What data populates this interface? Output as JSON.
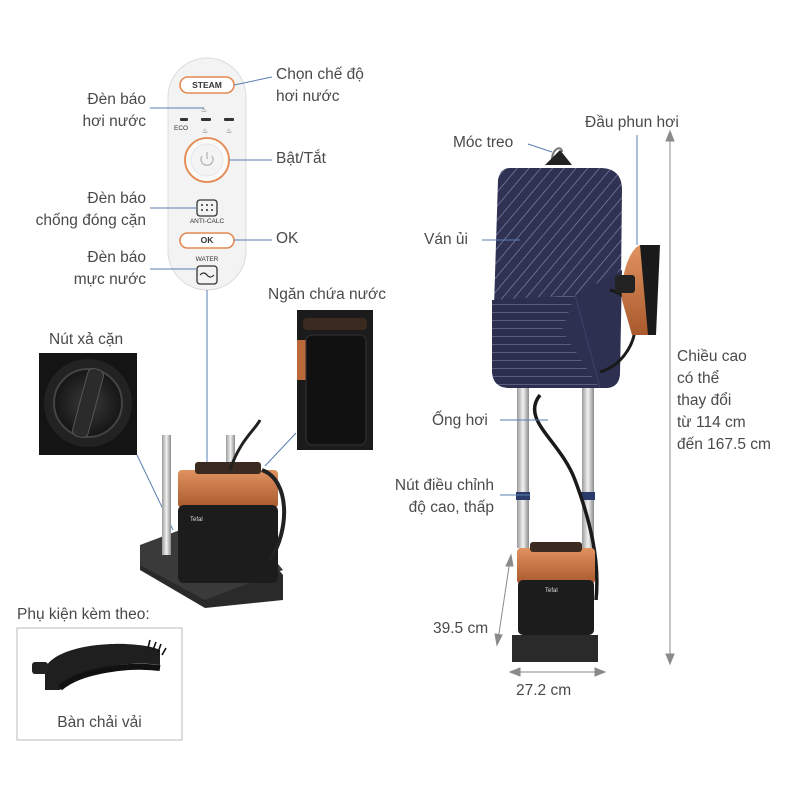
{
  "panel": {
    "steam_btn": "STEAM",
    "eco": "ECO",
    "anticalc": "ANTI-CALC",
    "ok_btn": "OK",
    "water": "WATER"
  },
  "labels": {
    "steam_select": [
      "Chọn chế độ",
      "hơi nước"
    ],
    "steam_indicator": [
      "Đèn báo",
      "hơi nước"
    ],
    "power": "Bật/Tắt",
    "anticalc_indicator": [
      "Đèn báo",
      "chống đóng cặn"
    ],
    "ok": "OK",
    "water_indicator": [
      "Đèn báo",
      "mực nước"
    ],
    "water_tank": "Ngăn chứa nước",
    "descale_knob": "Nút xả cặn",
    "accessories_title": "Phụ kiện kèm theo:",
    "brush": "Bàn chải vải",
    "hook": "Móc treo",
    "steam_head": "Đầu phun hơi",
    "board": "Ván ủi",
    "hose": "Ống hơi",
    "height_adjust": [
      "Nút điều chỉnh",
      "độ cao, thấp"
    ],
    "height_range": [
      "Chiều cao",
      "có thể",
      "thay đổi",
      "từ 114 cm",
      "đến 167.5 cm"
    ],
    "base_height": "39.5 cm",
    "base_width": "27.2 cm"
  },
  "brand": "Tefal",
  "colors": {
    "label": "#4a4a4a",
    "leader": "#5a7fb0",
    "copper": "#c8743f",
    "board": "#2e3150",
    "body": "#1c1c1c"
  }
}
